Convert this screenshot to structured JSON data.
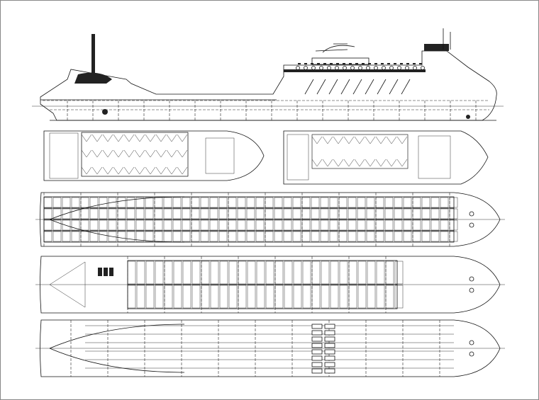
{
  "drawing": {
    "views": [
      "profile",
      "upper-accommodation-deck",
      "lower-accommodation-deck",
      "upper-vehicle-deck",
      "main-vehicle-deck",
      "lower-vehicle-deck"
    ],
    "colors": {
      "line": "#111111",
      "background": "#ffffff",
      "frame": "#888888"
    }
  }
}
